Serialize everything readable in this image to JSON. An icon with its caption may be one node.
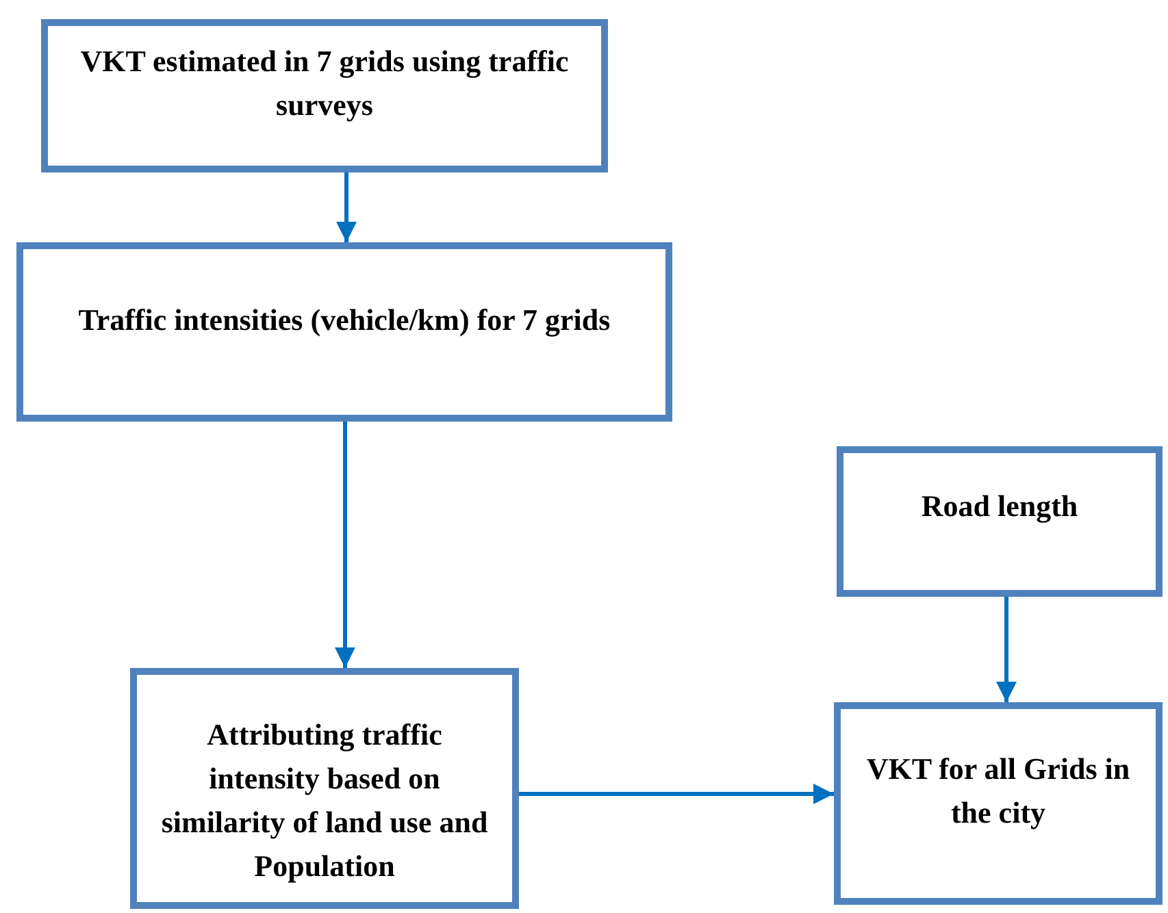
{
  "diagram": {
    "nodes": [
      {
        "text": [
          "VKT estimated in 7 grids using traffic surveys"
        ]
      },
      {
        "text": [
          "Traffic intensities (vehicle/km) for 7 grids"
        ]
      },
      {
        "text": [
          "Attributing traffic intensity based on similarity of land use and Population"
        ]
      },
      {
        "text": [
          "Road length"
        ]
      },
      {
        "text": [
          "VKT for all Grids in the city"
        ]
      }
    ],
    "edges": [
      {
        "from": 0,
        "to": 1,
        "arrow": "to"
      },
      {
        "from": 1,
        "to": 2,
        "arrow": "to"
      },
      {
        "from": 3,
        "to": 4,
        "arrow": "to"
      },
      {
        "from": 2,
        "to": 4,
        "arrow": "to"
      }
    ]
  }
}
